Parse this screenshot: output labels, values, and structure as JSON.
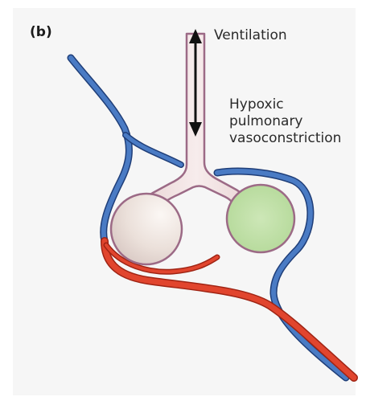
{
  "figure": {
    "panel_letter": "(b)",
    "ventilation_label": "Ventilation",
    "hpv_label_lines": [
      "Hypoxic",
      "pulmonary",
      "vasoconstriction"
    ]
  },
  "colors": {
    "vein_blue": "#3f6fb8",
    "artery_red": "#e1452e",
    "airway_pink": "#f1dfde",
    "airway_outline": "#9c6a86",
    "alveolus_normal": "#ece2dd",
    "alveolus_hypoxic": "#b9dba0",
    "arrow": "#111111"
  }
}
